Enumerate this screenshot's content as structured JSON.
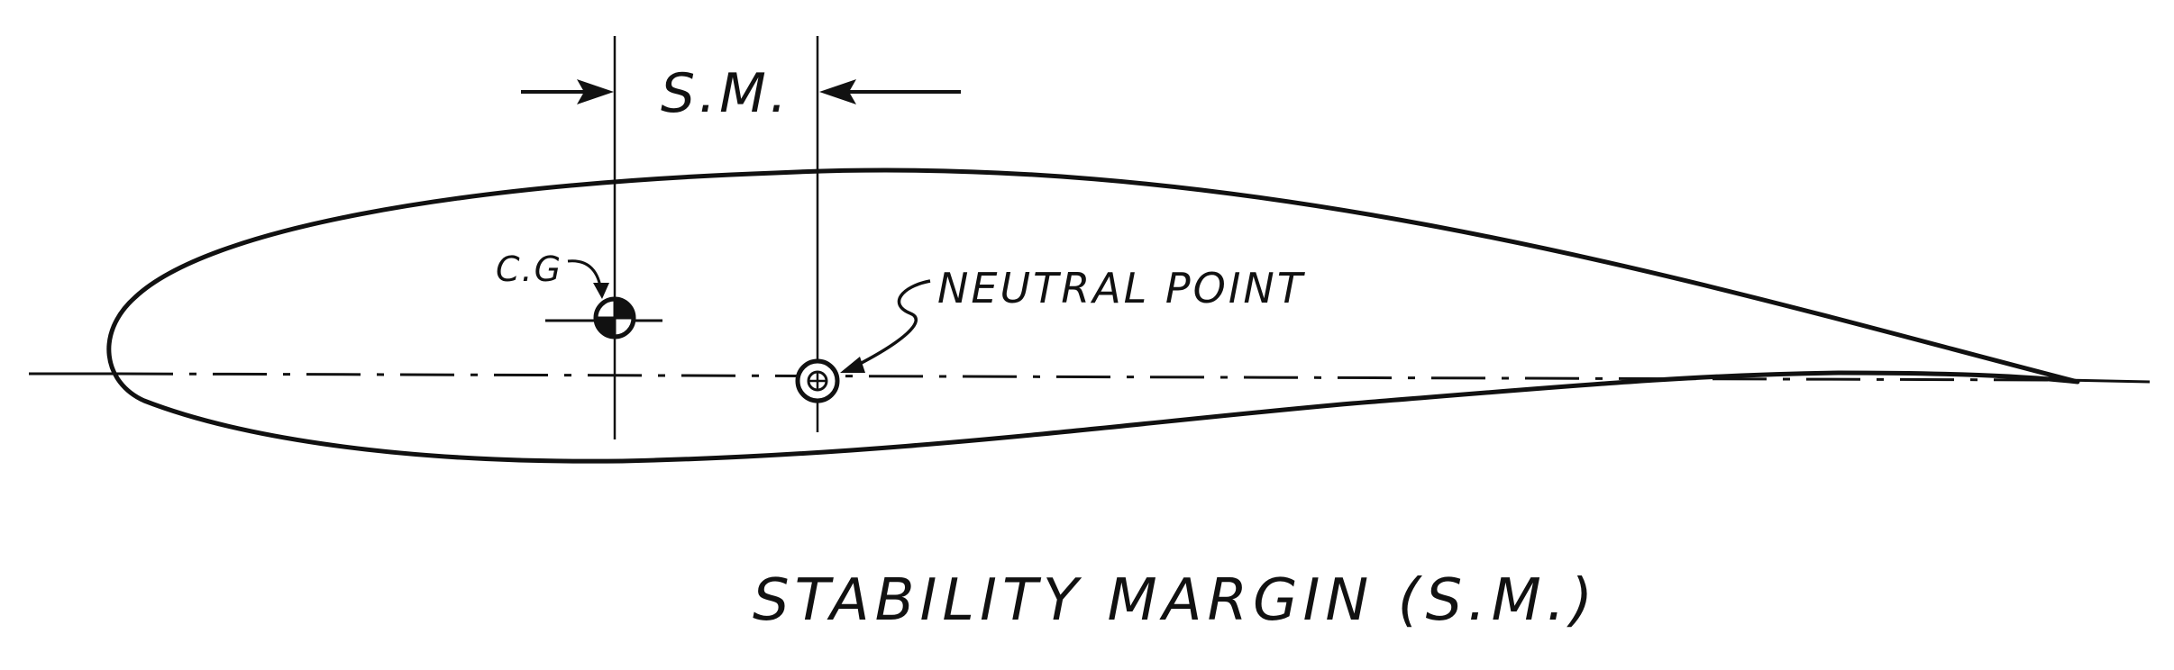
{
  "labels": {
    "stability_margin_short": "S.M.",
    "center_of_gravity": "C.G",
    "neutral_point": "NEUTRAL POINT",
    "caption": "STABILITY MARGIN (S.M.)"
  },
  "colors": {
    "ink": "#111111",
    "paper": "#ffffff"
  }
}
